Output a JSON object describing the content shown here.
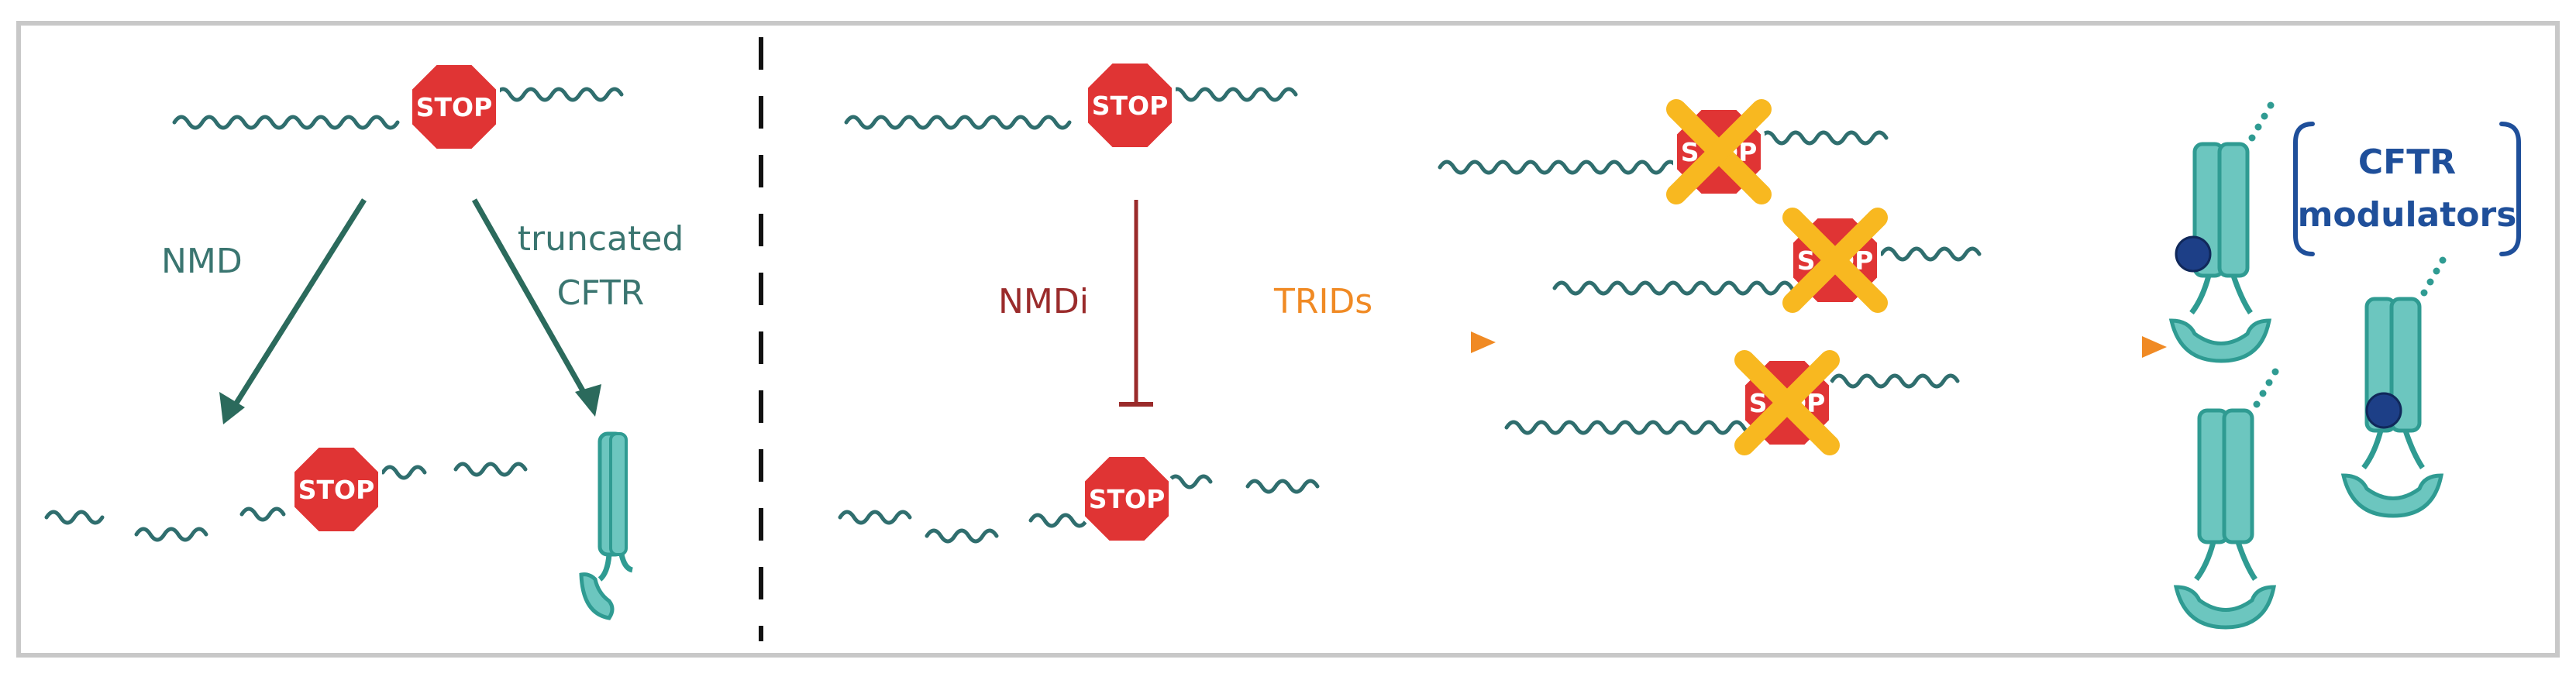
{
  "colors": {
    "mrna": "#2f6e6e",
    "arrow_teal": "#2b6a5c",
    "label_teal": "#3a7570",
    "stop_red": "#e03434",
    "nmdi_red": "#9a2b2b",
    "trids_orange": "#f08a24",
    "x_yellow": "#f8b820",
    "cftr_teal": "#6cc6bf",
    "cftr_stroke": "#2f9b92",
    "modulator_blue": "#1d3f87",
    "bracket_blue": "#1f4f9a",
    "frame_grey": "#c8c8c8",
    "divider": "#111111"
  },
  "icons": [
    "stop-sign-icon",
    "cross-out-icon",
    "cftr-protein-icon",
    "modulator-molecule-icon"
  ],
  "stop_label": "STOP",
  "left": {
    "nmd_label": "NMD",
    "truncated_line1": "truncated",
    "truncated_line2": "CFTR"
  },
  "right": {
    "nmdi_label": "NMDi",
    "trids_label": "TRIDs",
    "modulators_line1": "CFTR",
    "modulators_line2": "modulators"
  }
}
